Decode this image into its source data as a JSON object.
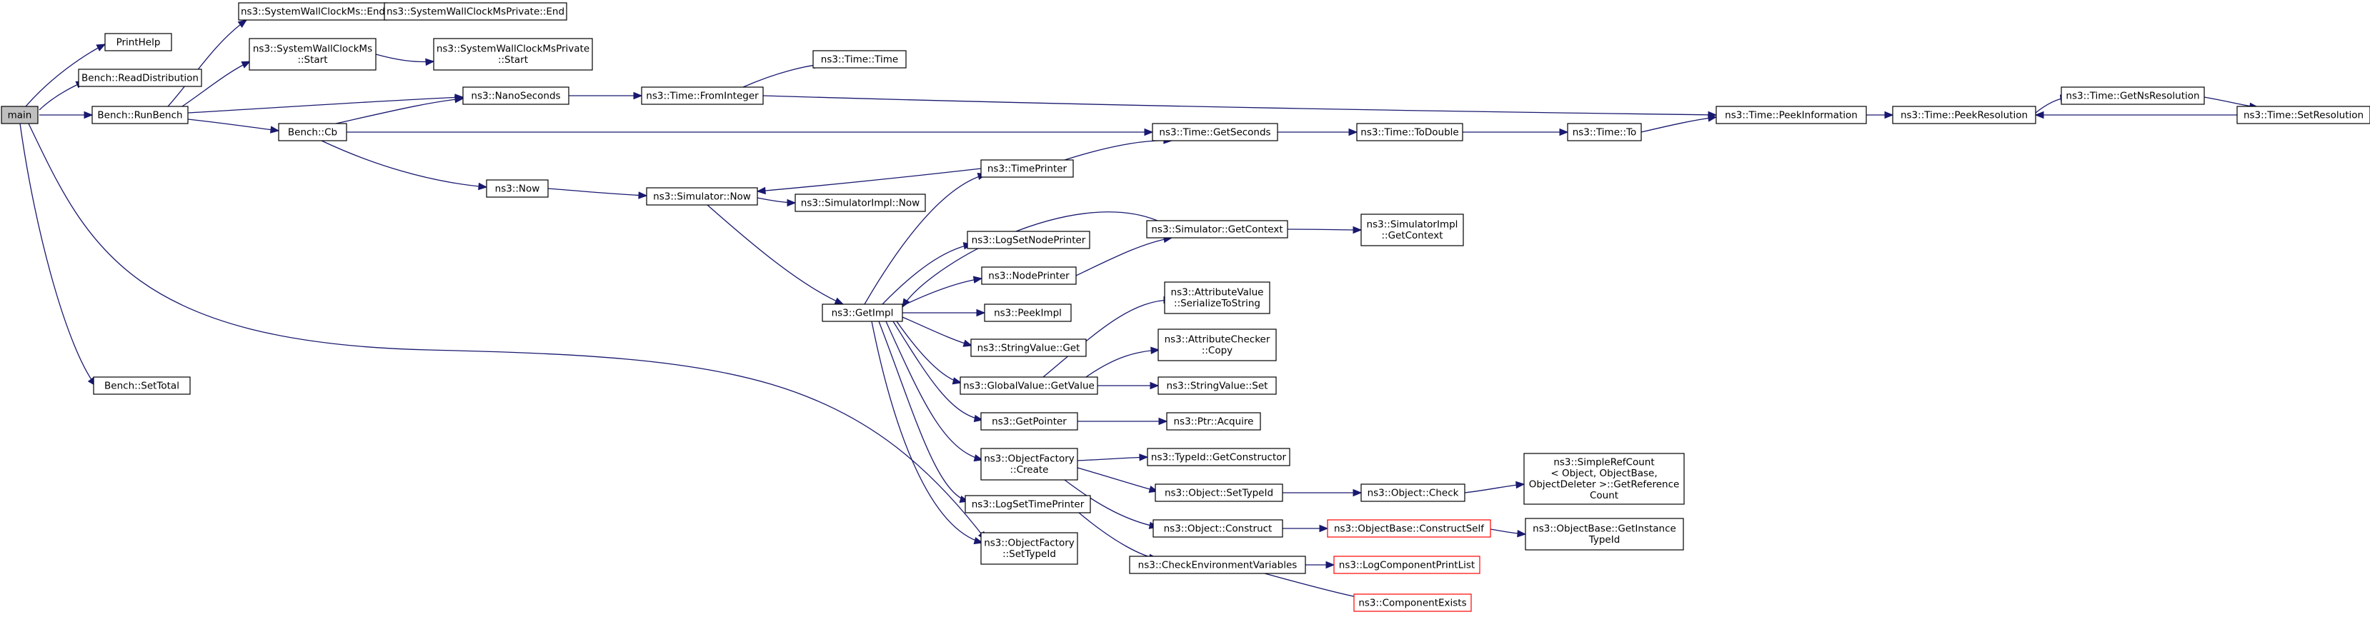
{
  "nodes": [
    {
      "id": "main",
      "lines": [
        "main"
      ],
      "style": "root"
    },
    {
      "id": "printhelp",
      "lines": [
        "PrintHelp"
      ],
      "style": "normal"
    },
    {
      "id": "readdist",
      "lines": [
        "Bench::ReadDistribution"
      ],
      "style": "normal"
    },
    {
      "id": "runbench",
      "lines": [
        "Bench::RunBench"
      ],
      "style": "normal"
    },
    {
      "id": "settotal",
      "lines": [
        "Bench::SetTotal"
      ],
      "style": "normal"
    },
    {
      "id": "swcend",
      "lines": [
        "ns3::SystemWallClockMs::End"
      ],
      "style": "normal"
    },
    {
      "id": "swcpend",
      "lines": [
        "ns3::SystemWallClockMsPrivate::End"
      ],
      "style": "normal"
    },
    {
      "id": "swcstart",
      "lines": [
        "ns3::SystemWallClockMs",
        "::Start"
      ],
      "style": "normal"
    },
    {
      "id": "swcpstart",
      "lines": [
        "ns3::SystemWallClockMsPrivate",
        "::Start"
      ],
      "style": "normal"
    },
    {
      "id": "nanoseconds",
      "lines": [
        "ns3::NanoSeconds"
      ],
      "style": "normal"
    },
    {
      "id": "timetime",
      "lines": [
        "ns3::Time::Time"
      ],
      "style": "normal"
    },
    {
      "id": "frominteger",
      "lines": [
        "ns3::Time::FromInteger"
      ],
      "style": "normal"
    },
    {
      "id": "benchcb",
      "lines": [
        "Bench::Cb"
      ],
      "style": "normal"
    },
    {
      "id": "getseconds",
      "lines": [
        "ns3::Time::GetSeconds"
      ],
      "style": "normal"
    },
    {
      "id": "todouble",
      "lines": [
        "ns3::Time::ToDouble"
      ],
      "style": "normal"
    },
    {
      "id": "timeto",
      "lines": [
        "ns3::Time::To"
      ],
      "style": "normal"
    },
    {
      "id": "peekinfo",
      "lines": [
        "ns3::Time::PeekInformation"
      ],
      "style": "normal"
    },
    {
      "id": "peekres",
      "lines": [
        "ns3::Time::PeekResolution"
      ],
      "style": "normal"
    },
    {
      "id": "getnsres",
      "lines": [
        "ns3::Time::GetNsResolution"
      ],
      "style": "normal"
    },
    {
      "id": "setres",
      "lines": [
        "ns3::Time::SetResolution"
      ],
      "style": "normal"
    },
    {
      "id": "nsnow",
      "lines": [
        "ns3::Now"
      ],
      "style": "normal"
    },
    {
      "id": "simnow",
      "lines": [
        "ns3::Simulator::Now"
      ],
      "style": "normal"
    },
    {
      "id": "simimplnow",
      "lines": [
        "ns3::SimulatorImpl::Now"
      ],
      "style": "normal"
    },
    {
      "id": "timeprinter",
      "lines": [
        "ns3::TimePrinter"
      ],
      "style": "normal"
    },
    {
      "id": "getcontext",
      "lines": [
        "ns3::Simulator::GetContext"
      ],
      "style": "normal"
    },
    {
      "id": "implgetcontext",
      "lines": [
        "ns3::SimulatorImpl",
        "::GetContext"
      ],
      "style": "normal"
    },
    {
      "id": "lognodeprinter",
      "lines": [
        "ns3::LogSetNodePrinter"
      ],
      "style": "normal"
    },
    {
      "id": "nodeprinter",
      "lines": [
        "ns3::NodePrinter"
      ],
      "style": "normal"
    },
    {
      "id": "getimpl",
      "lines": [
        "ns3::GetImpl"
      ],
      "style": "normal"
    },
    {
      "id": "peekimpl",
      "lines": [
        "ns3::PeekImpl"
      ],
      "style": "normal"
    },
    {
      "id": "attrserialize",
      "lines": [
        "ns3::AttributeValue",
        "::SerializeToString"
      ],
      "style": "normal"
    },
    {
      "id": "svget",
      "lines": [
        "ns3::StringValue::Get"
      ],
      "style": "normal"
    },
    {
      "id": "attrcopy",
      "lines": [
        "ns3::AttributeChecker",
        "::Copy"
      ],
      "style": "normal"
    },
    {
      "id": "gvgetvalue",
      "lines": [
        "ns3::GlobalValue::GetValue"
      ],
      "style": "normal"
    },
    {
      "id": "svset",
      "lines": [
        "ns3::StringValue::Set"
      ],
      "style": "normal"
    },
    {
      "id": "getpointer",
      "lines": [
        "ns3::GetPointer"
      ],
      "style": "normal"
    },
    {
      "id": "ptracquire",
      "lines": [
        "ns3::Ptr::Acquire"
      ],
      "style": "normal"
    },
    {
      "id": "ofcreate",
      "lines": [
        "ns3::ObjectFactory",
        "::Create"
      ],
      "style": "normal"
    },
    {
      "id": "getconstructor",
      "lines": [
        "ns3::TypeId::GetConstructor"
      ],
      "style": "normal"
    },
    {
      "id": "objsettypeid",
      "lines": [
        "ns3::Object::SetTypeId"
      ],
      "style": "normal"
    },
    {
      "id": "objcheck",
      "lines": [
        "ns3::Object::Check"
      ],
      "style": "normal"
    },
    {
      "id": "simplerefcount",
      "lines": [
        "ns3::SimpleRefCount",
        "< Object, ObjectBase,",
        " ObjectDeleter >::GetReference",
        "Count"
      ],
      "style": "normal"
    },
    {
      "id": "logtimeprinter",
      "lines": [
        "ns3::LogSetTimePrinter"
      ],
      "style": "normal"
    },
    {
      "id": "objconstruct",
      "lines": [
        "ns3::Object::Construct"
      ],
      "style": "normal"
    },
    {
      "id": "constructself",
      "lines": [
        "ns3::ObjectBase::ConstructSelf"
      ],
      "style": "red"
    },
    {
      "id": "getinstancetypeid",
      "lines": [
        "ns3::ObjectBase::GetInstance",
        "TypeId"
      ],
      "style": "normal"
    },
    {
      "id": "ofsettypeid",
      "lines": [
        "ns3::ObjectFactory",
        "::SetTypeId"
      ],
      "style": "normal"
    },
    {
      "id": "checkenv",
      "lines": [
        "ns3::CheckEnvironmentVariables"
      ],
      "style": "normal"
    },
    {
      "id": "logcomplist",
      "lines": [
        "ns3::LogComponentPrintList"
      ],
      "style": "red"
    },
    {
      "id": "compexists",
      "lines": [
        "ns3::ComponentExists"
      ],
      "style": "red"
    }
  ]
}
